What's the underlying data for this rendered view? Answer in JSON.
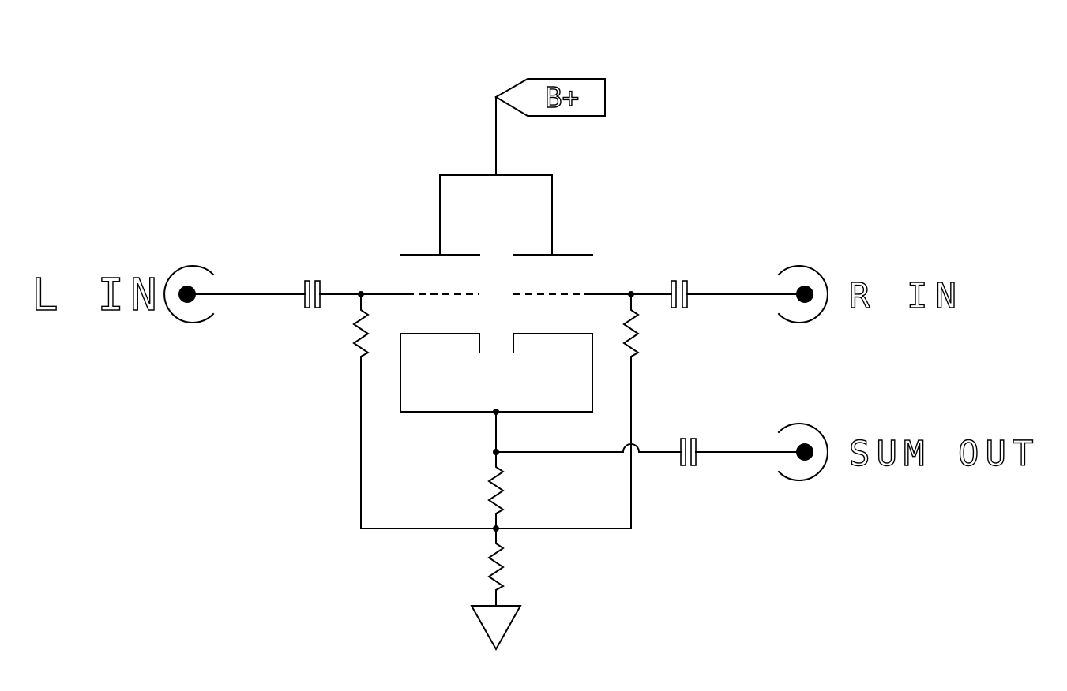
{
  "labels": {
    "left_input": "L IN",
    "right_input": "R IN",
    "sum_output": "SUM OUT",
    "supply": "B+"
  },
  "colors": {
    "line": "#000000",
    "background": "#ffffff"
  }
}
